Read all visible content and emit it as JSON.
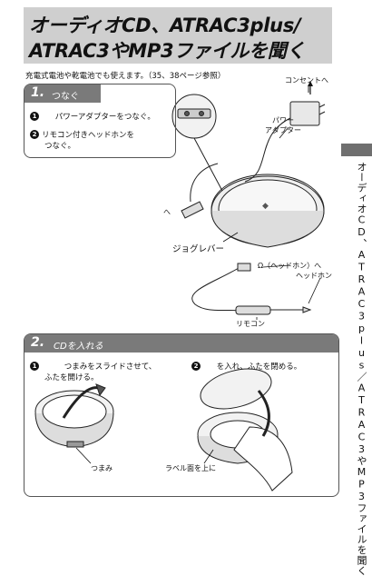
{
  "title": {
    "line1": "オーディオCD、ATRAC3plus/",
    "line2": "ATRAC3やMP3ファイルを聞く"
  },
  "intro": "充電式電池や乾電池でも使えます。（35、38ページ参照）",
  "side_title": "オーディオCD、ATRAC3plus／ATRAC3やMP3ファイルを聞く",
  "section1": {
    "number": "1.",
    "heading": "つなぐ",
    "step1": "パワーアダプターをつなぐ。",
    "step2_line1": "リモコン付きヘッドホンを",
    "step2_line2": "つなぐ。"
  },
  "section1_labels": {
    "outlet": "コンセントへ",
    "power_adapter_line1": "パワー",
    "power_adapter_line2": "アダプター",
    "to": "へ",
    "jog_lever": "ジョグレバー",
    "headphone_jack": "Ω（ヘッドホン）へ",
    "headphones": "ヘッドホン",
    "remote": "リモコン"
  },
  "section2": {
    "number": "2.",
    "heading": "CDを入れる",
    "step1_line1": "つまみをスライドさせて、",
    "step1_line2": "ふたを開ける。",
    "step2": "を入れ、ふたを閉める。",
    "knob_label": "つまみ",
    "label_side_up": "ラベル面を上に"
  },
  "markers": {
    "one": "1",
    "two": "2"
  }
}
